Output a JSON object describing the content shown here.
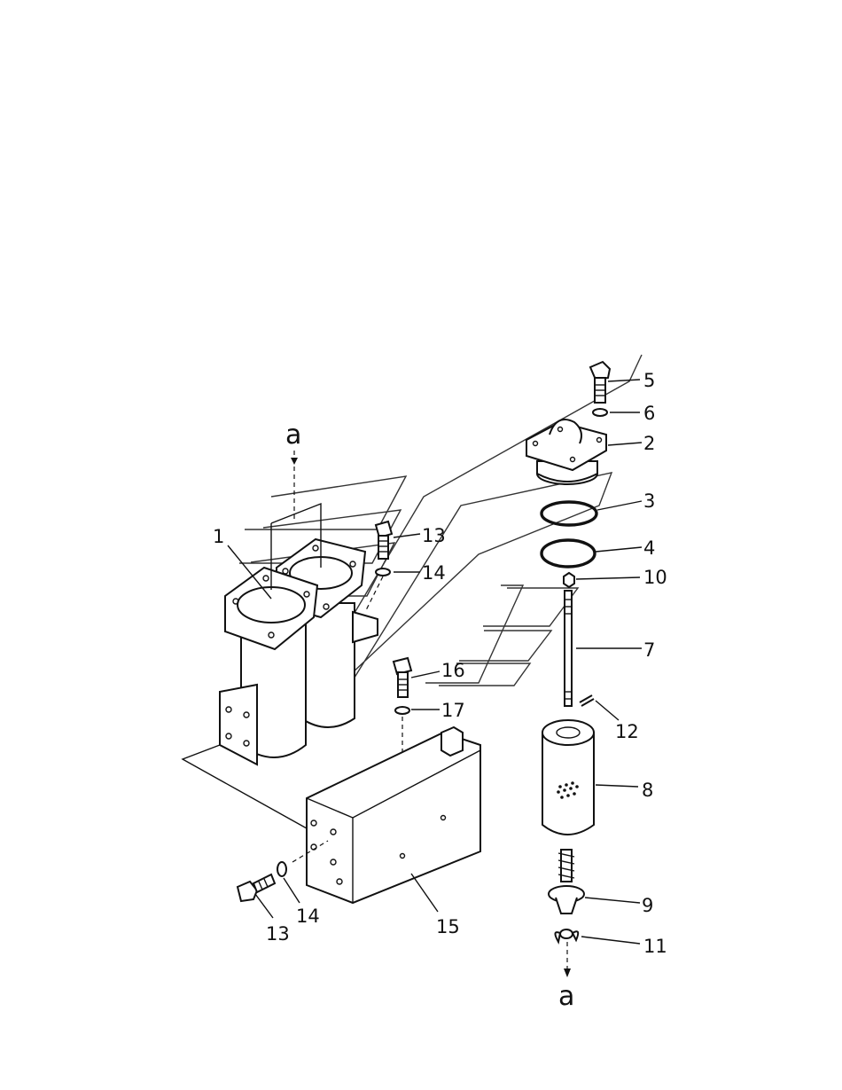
{
  "callouts": [
    {
      "id": "lbl-1",
      "text": "1"
    },
    {
      "id": "lbl-2",
      "text": "2"
    },
    {
      "id": "lbl-3",
      "text": "3"
    },
    {
      "id": "lbl-4",
      "text": "4"
    },
    {
      "id": "lbl-5",
      "text": "5"
    },
    {
      "id": "lbl-6",
      "text": "6"
    },
    {
      "id": "lbl-7",
      "text": "7"
    },
    {
      "id": "lbl-8",
      "text": "8"
    },
    {
      "id": "lbl-9",
      "text": "9"
    },
    {
      "id": "lbl-10",
      "text": "10"
    },
    {
      "id": "lbl-11",
      "text": "11"
    },
    {
      "id": "lbl-12",
      "text": "12"
    },
    {
      "id": "lbl-13a",
      "text": "13"
    },
    {
      "id": "lbl-14a",
      "text": "14"
    },
    {
      "id": "lbl-16",
      "text": "16"
    },
    {
      "id": "lbl-17",
      "text": "17"
    },
    {
      "id": "lbl-13b",
      "text": "13"
    },
    {
      "id": "lbl-14b",
      "text": "14"
    },
    {
      "id": "lbl-15",
      "text": "15"
    }
  ],
  "reference_marks": {
    "top": "a",
    "bottom": "a"
  }
}
